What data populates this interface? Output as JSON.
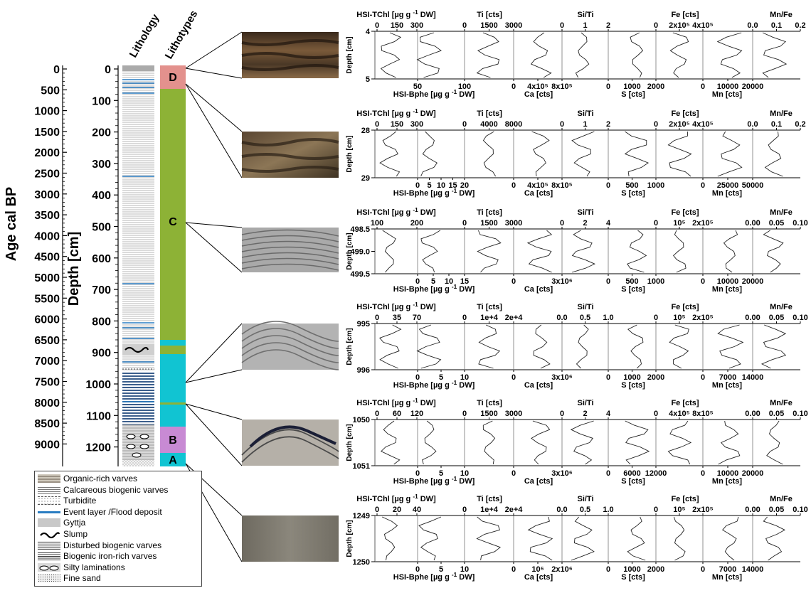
{
  "left_axis": {
    "age_label": "Age cal BP",
    "age_ticks": [
      "0",
      "500",
      "1000",
      "1500",
      "2000",
      "2500",
      "3000",
      "3500",
      "4000",
      "4500",
      "5000",
      "5500",
      "6000",
      "6500",
      "7000",
      "7500",
      "8000",
      "8500",
      "9000"
    ],
    "depth_label": "Depth [cm]",
    "depth_ticks": [
      "0",
      "100",
      "200",
      "300",
      "400",
      "500",
      "600",
      "700",
      "800",
      "900",
      "1000",
      "1100",
      "1200"
    ]
  },
  "column_headers": {
    "lithology": "Lithology",
    "lithotypes": "Lithotypes"
  },
  "lithotypes": [
    {
      "label": "D",
      "color": "#e3918d"
    },
    {
      "label": "C",
      "color": "#8db236"
    },
    {
      "label": "B",
      "color": "#c88ad4"
    },
    {
      "label": "A",
      "color": "#11c4d2"
    }
  ],
  "legend": [
    {
      "label": "Organic-rich varves",
      "pattern": "organic"
    },
    {
      "label": "Calcareous biogenic varves",
      "pattern": "calcareous"
    },
    {
      "label": "Turbidite",
      "pattern": "turbidite"
    },
    {
      "label": "Event layer /Flood deposit",
      "pattern": "event",
      "color": "#2a7dc2"
    },
    {
      "label": "Gyttja",
      "pattern": "gyttja"
    },
    {
      "label": "Slump",
      "pattern": "slump"
    },
    {
      "label": "Disturbed biogenic varves",
      "pattern": "disturbed"
    },
    {
      "label": "Biogenic iron-rich varves",
      "pattern": "iron"
    },
    {
      "label": "Silty laminations",
      "pattern": "silty"
    },
    {
      "label": "Fine sand",
      "pattern": "sand"
    }
  ],
  "panels": [
    {
      "depth_ticks": [
        "4",
        "5"
      ],
      "top": [
        {
          "label": "HSI-TChl [µg g-1 DW]",
          "ticks": [
            "0",
            "150",
            "300"
          ]
        },
        {
          "label": "Ti [cts]",
          "ticks": [
            "0",
            "1500",
            "3000"
          ]
        },
        {
          "label": "Si/Ti",
          "ticks": [
            "0",
            "1",
            "2"
          ]
        },
        {
          "label": "Fe [cts]",
          "ticks": [
            "0",
            "2x10⁵",
            "4x10⁵"
          ]
        },
        {
          "label": "Mn/Fe",
          "ticks": [
            "0.0",
            "0.1",
            "0.2"
          ]
        }
      ],
      "bottom": [
        {
          "label": "HSI-Bphe [µg g-1 DW]",
          "ticks": [
            "50",
            "100"
          ]
        },
        {
          "label": "Ca [cts]",
          "ticks": [
            "0",
            "4x10⁵",
            "8x10⁵"
          ]
        },
        {
          "label": "S [cts]",
          "ticks": [
            "0",
            "1000",
            "2000"
          ]
        },
        {
          "label": "Mn [cts]",
          "ticks": [
            "0",
            "10000",
            "20000"
          ]
        }
      ]
    },
    {
      "depth_ticks": [
        "28",
        "29"
      ],
      "top": [
        {
          "label": "HSI-TChl [µg g-1 DW]",
          "ticks": [
            "0",
            "150",
            "300"
          ]
        },
        {
          "label": "Ti [cts]",
          "ticks": [
            "0",
            "4000",
            "8000"
          ]
        },
        {
          "label": "Si/Ti",
          "ticks": [
            "0",
            "1",
            "2"
          ]
        },
        {
          "label": "Fe [cts]",
          "ticks": [
            "0",
            "2x10⁵",
            "4x10⁵"
          ]
        },
        {
          "label": "Mn/Fe",
          "ticks": [
            "0.0",
            "0.1",
            "0.2"
          ]
        }
      ],
      "bottom": [
        {
          "label": "HSI-Bphe [µg g-1 DW]",
          "ticks": [
            "0",
            "5",
            "10",
            "15",
            "20"
          ]
        },
        {
          "label": "Ca [cts]",
          "ticks": [
            "0",
            "4x10⁵",
            "8x10⁵"
          ]
        },
        {
          "label": "S [cts]",
          "ticks": [
            "0",
            "500",
            "1000"
          ]
        },
        {
          "label": "Mn [cts]",
          "ticks": [
            "0",
            "25000",
            "50000"
          ]
        }
      ]
    },
    {
      "depth_ticks": [
        "498.5",
        "499.0",
        "499.5"
      ],
      "top": [
        {
          "label": "HSI-TChl [µg g-1 DW]",
          "ticks": [
            "100",
            "200"
          ]
        },
        {
          "label": "Ti [cts]",
          "ticks": [
            "0",
            "1500",
            "3000"
          ]
        },
        {
          "label": "Si/Ti",
          "ticks": [
            "0",
            "2",
            "4"
          ]
        },
        {
          "label": "Fe [cts]",
          "ticks": [
            "0",
            "10⁵",
            "2x10⁵"
          ]
        },
        {
          "label": "Mn/Fe",
          "ticks": [
            "0.00",
            "0.05",
            "0.10"
          ]
        }
      ],
      "bottom": [
        {
          "label": "HSI-Bphe [µg g-1 DW]",
          "ticks": [
            "0",
            "5",
            "10",
            "15"
          ]
        },
        {
          "label": "Ca [cts]",
          "ticks": [
            "0",
            "3x10⁶"
          ]
        },
        {
          "label": "S [cts]",
          "ticks": [
            "0",
            "500",
            "1000"
          ]
        },
        {
          "label": "Mn [cts]",
          "ticks": [
            "0",
            "10000",
            "20000"
          ]
        }
      ]
    },
    {
      "depth_ticks": [
        "995",
        "996"
      ],
      "top": [
        {
          "label": "HSI-TChl [µg g-1 DW]",
          "ticks": [
            "0",
            "35",
            "70"
          ]
        },
        {
          "label": "Ti [cts]",
          "ticks": [
            "0",
            "1e+4",
            "2e+4"
          ]
        },
        {
          "label": "Si/Ti",
          "ticks": [
            "0.0",
            "0.5",
            "1.0"
          ]
        },
        {
          "label": "Fe [cts]",
          "ticks": [
            "0",
            "10⁵",
            "2x10⁵"
          ]
        },
        {
          "label": "Mn/Fe",
          "ticks": [
            "0.00",
            "0.05",
            "0.10"
          ]
        }
      ],
      "bottom": [
        {
          "label": "HSI-Bphe [µg g-1 DW]",
          "ticks": [
            "0",
            "5",
            "10"
          ]
        },
        {
          "label": "Ca [cts]",
          "ticks": [
            "0",
            "3x10⁶"
          ]
        },
        {
          "label": "S [cts]",
          "ticks": [
            "0",
            "1000",
            "2000"
          ]
        },
        {
          "label": "Mn [cts]",
          "ticks": [
            "0",
            "7000",
            "14000"
          ]
        }
      ]
    },
    {
      "depth_ticks": [
        "1050",
        "1051"
      ],
      "top": [
        {
          "label": "HSI-TChl [µg g-1 DW]",
          "ticks": [
            "0",
            "60",
            "120"
          ]
        },
        {
          "label": "Ti [cts]",
          "ticks": [
            "0",
            "1500",
            "3000"
          ]
        },
        {
          "label": "Si/Ti",
          "ticks": [
            "0",
            "2",
            "4"
          ]
        },
        {
          "label": "Fe [cts]",
          "ticks": [
            "0",
            "4x10⁵",
            "8x10⁵"
          ]
        },
        {
          "label": "Mn/Fe",
          "ticks": [
            "0.00",
            "0.05",
            "0.10"
          ]
        }
      ],
      "bottom": [
        {
          "label": "HSI-Bphe [µg g-1 DW]",
          "ticks": [
            "0",
            "5",
            "10"
          ]
        },
        {
          "label": "Ca [cts]",
          "ticks": [
            "0",
            "3x10⁶"
          ]
        },
        {
          "label": "S [cts]",
          "ticks": [
            "0",
            "6000",
            "12000"
          ]
        },
        {
          "label": "Mn [cts]",
          "ticks": [
            "0",
            "10000",
            "20000"
          ]
        }
      ]
    },
    {
      "depth_ticks": [
        "1249",
        "1250"
      ],
      "top": [
        {
          "label": "HSI-TChl [µg g-1 DW]",
          "ticks": [
            "0",
            "20",
            "40"
          ]
        },
        {
          "label": "Ti [cts]",
          "ticks": [
            "0",
            "1e+4",
            "2e+4"
          ]
        },
        {
          "label": "Si/Ti",
          "ticks": [
            "0.0",
            "0.5",
            "1.0"
          ]
        },
        {
          "label": "Fe [cts]",
          "ticks": [
            "0",
            "10⁵",
            "2x10⁵"
          ]
        },
        {
          "label": "Mn/Fe",
          "ticks": [
            "0.00",
            "0.05",
            "0.10"
          ]
        }
      ],
      "bottom": [
        {
          "label": "HSI-Bphe [µg g-1 DW]",
          "ticks": [
            "0",
            "5",
            "10"
          ]
        },
        {
          "label": "Ca [cts]",
          "ticks": [
            "0",
            "10⁶",
            "2x10⁶"
          ]
        },
        {
          "label": "S [cts]",
          "ticks": [
            "0",
            "1000",
            "2000"
          ]
        },
        {
          "label": "Mn [cts]",
          "ticks": [
            "0",
            "7000",
            "14000"
          ]
        }
      ]
    }
  ],
  "panel_depth_label": "Depth [cm]"
}
